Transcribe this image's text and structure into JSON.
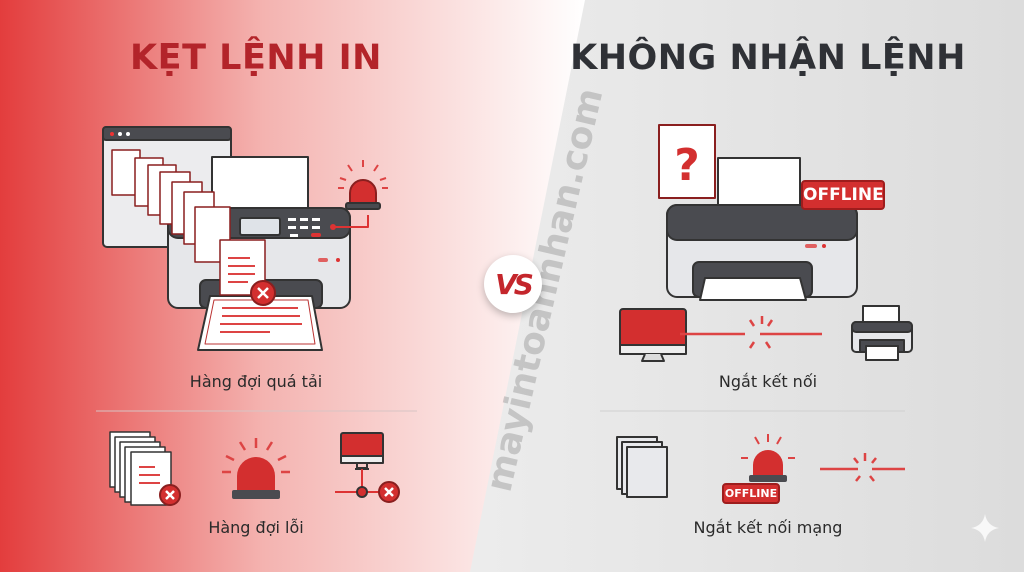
{
  "colors": {
    "accent": "#d32f2f",
    "dark_red": "#b3242a",
    "dark": "#2f3136"
  },
  "left": {
    "title": "KẸT LỆNH IN",
    "main_caption": "Hàng đợi quá tải",
    "sub_caption": "Hàng đợi lỗi",
    "icons": [
      "browser-window-icon",
      "document-stack-icon",
      "printer-icon",
      "error-x-icon",
      "alarm-siren-icon",
      "network-monitor-icon"
    ]
  },
  "vs": "VS",
  "watermark": "mayintoannhan.com",
  "right": {
    "title": "KHÔNG NHẬN LỆNH",
    "offline_badge": "OFFLINE",
    "main_caption": "Ngắt kết nối",
    "sub_badge": "OFFLINE",
    "sub_caption": "Ngắt kết nối mạng",
    "icons": [
      "question-document-icon",
      "printer-icon",
      "monitor-icon",
      "broken-link-icon",
      "small-printer-icon",
      "documents-icon",
      "alarm-siren-icon"
    ]
  }
}
